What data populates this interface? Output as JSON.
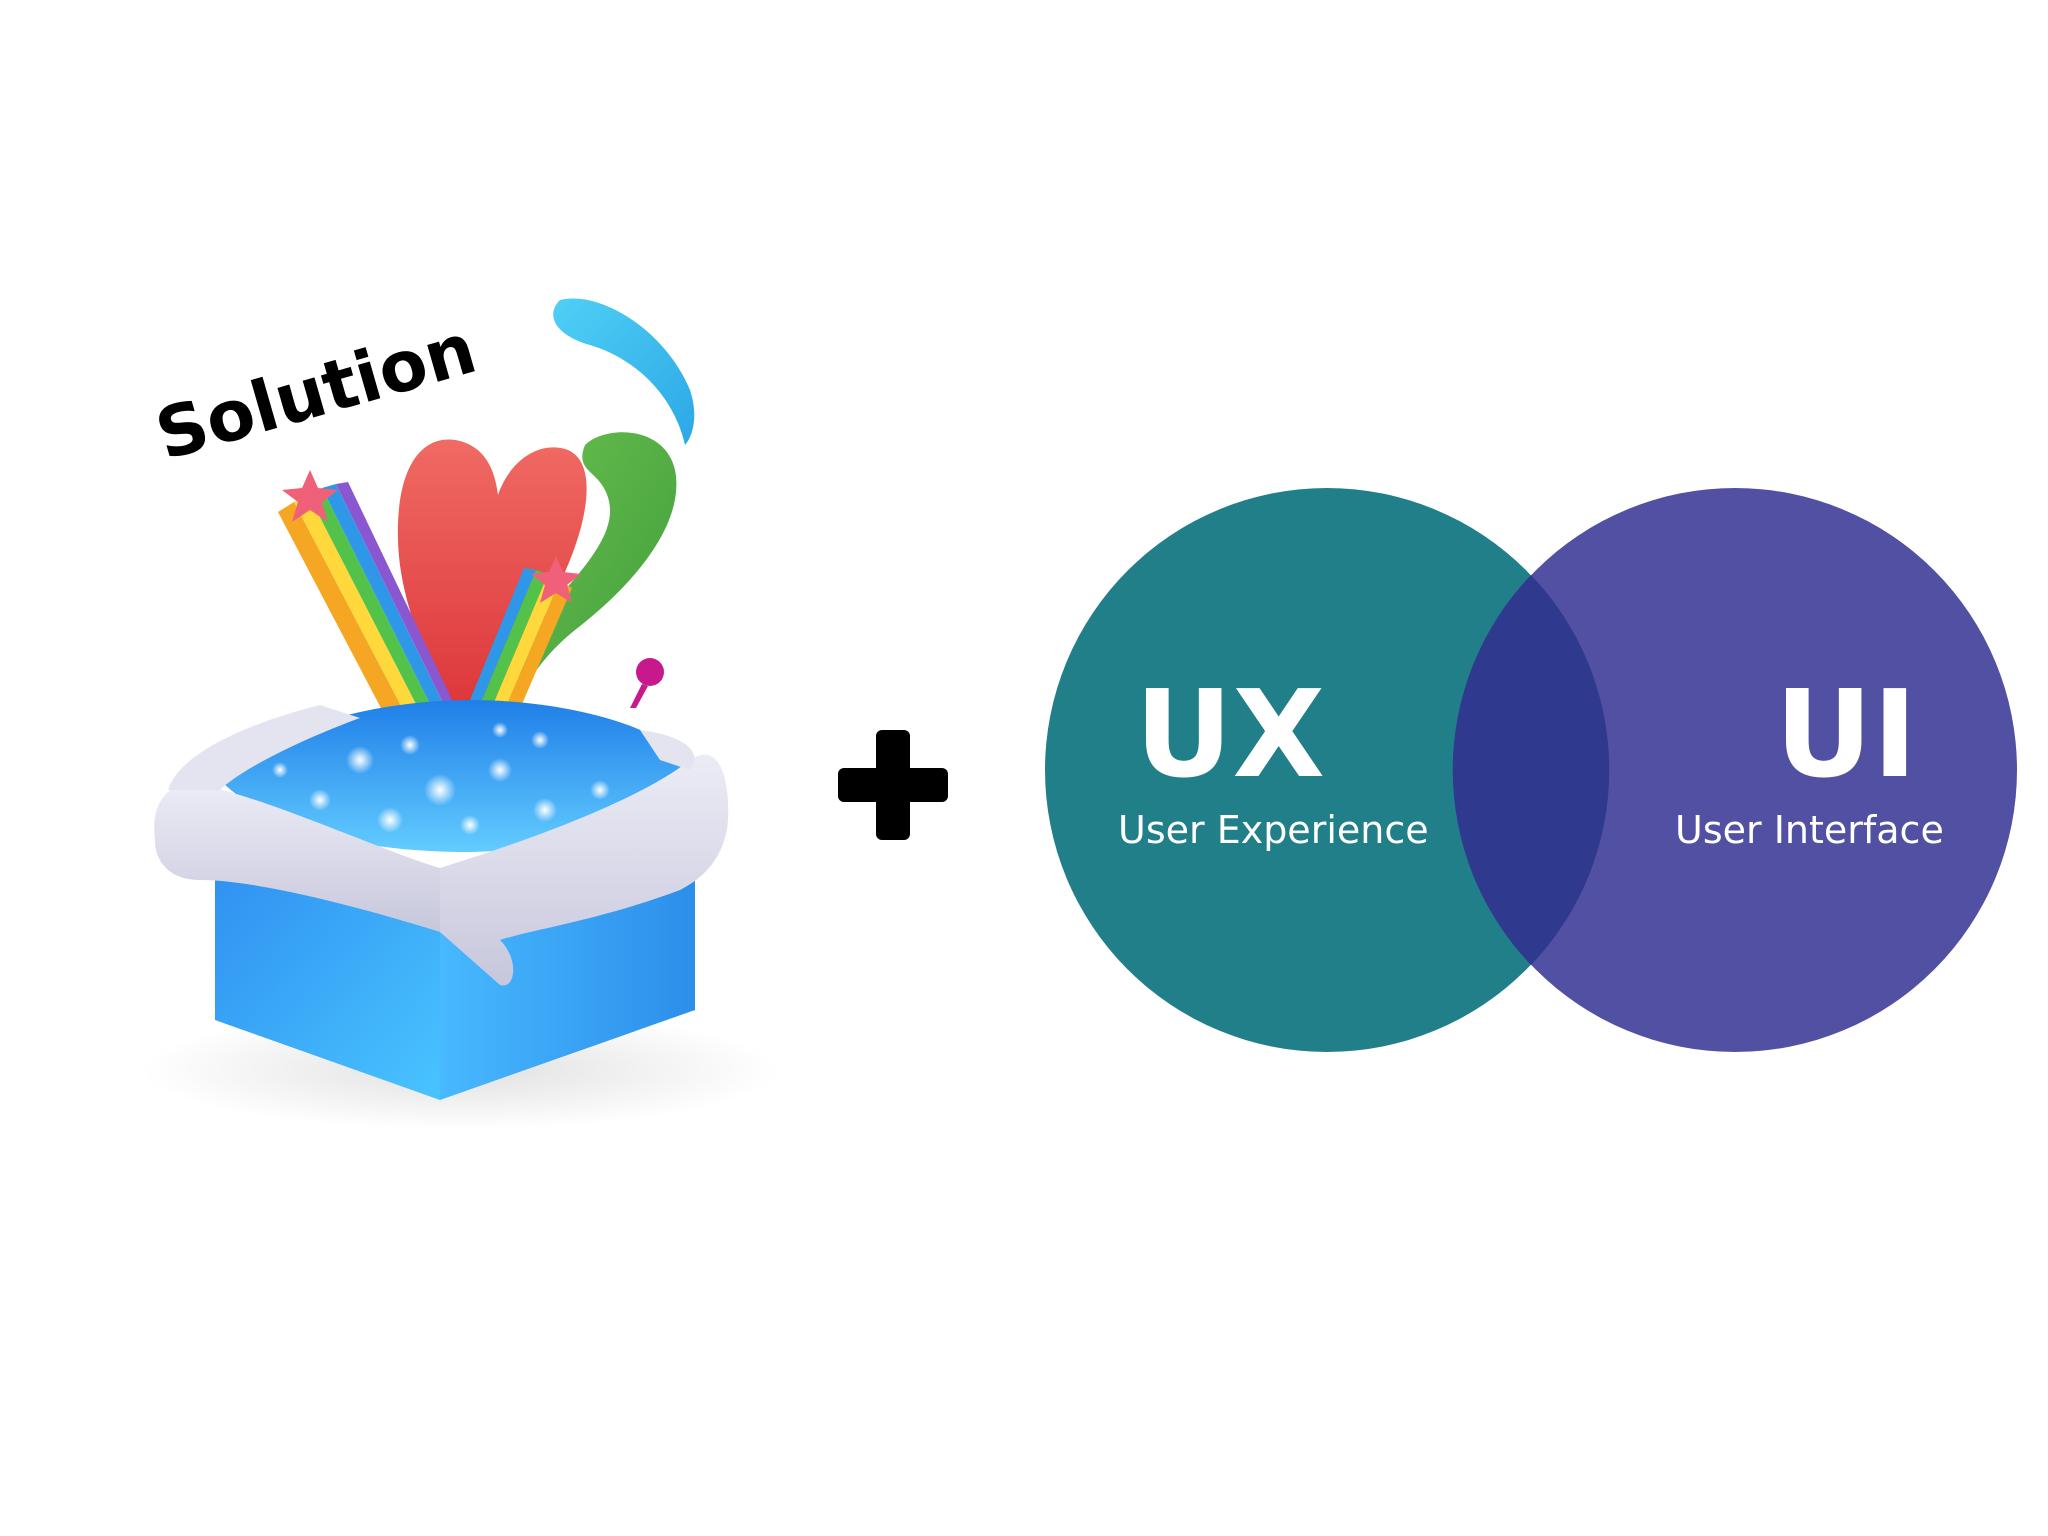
{
  "solution": {
    "label": "Solution"
  },
  "operator": {
    "symbol_name": "plus-sign"
  },
  "venn": {
    "ux": {
      "title": "UX",
      "subtitle": "User Experience",
      "color": "#217F8A"
    },
    "ui": {
      "title": "UI",
      "subtitle": "User Interface",
      "color": "#5250A2"
    },
    "overlap_color": "#2F3A8E"
  },
  "colors": {
    "background": "#ffffff",
    "box_blue": "#3AA6F5",
    "box_flap": "#D7D7E8",
    "heart_red": "#E94346",
    "leaf_green": "#4FB046",
    "drop_blue": "#3FBDF0",
    "text_black": "#000000",
    "text_white": "#ffffff"
  }
}
